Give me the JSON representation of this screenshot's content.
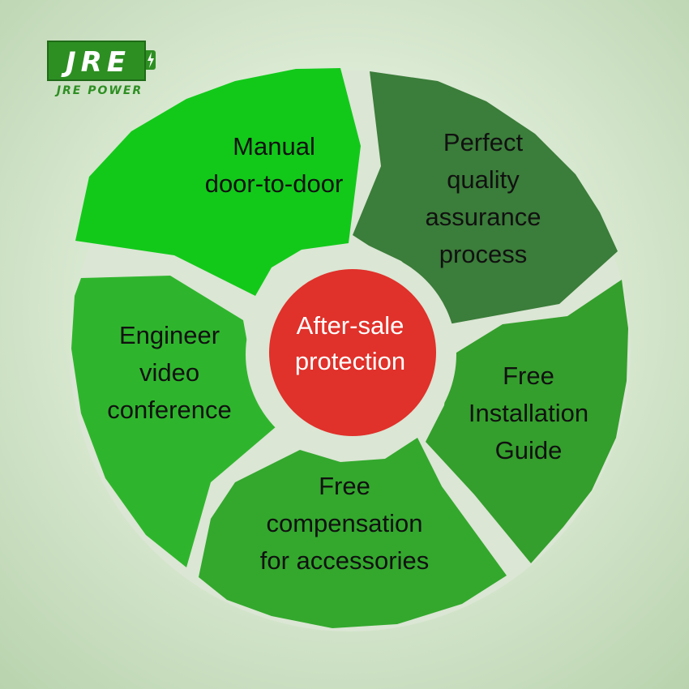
{
  "logo": {
    "mark": "JRE",
    "name": "JRE POWER"
  },
  "center": {
    "line1": "After-sale",
    "line2": "protection",
    "color": "#e0312a"
  },
  "segments": [
    {
      "lines": [
        "Manual",
        "door-to-door"
      ],
      "color": "#12c91a"
    },
    {
      "lines": [
        "Perfect",
        "quality",
        "assurance",
        "process"
      ],
      "color": "#3b7d3a"
    },
    {
      "lines": [
        "Free",
        "Installation",
        "Guide"
      ],
      "color": "#349f2c"
    },
    {
      "lines": [
        "Free",
        "compensation",
        "for accessories"
      ],
      "color": "#33a82d"
    },
    {
      "lines": [
        "Engineer",
        "video",
        "conference"
      ],
      "color": "#2fb52d"
    }
  ],
  "colors": {
    "ring_background": "#dbe6d4",
    "logo_green": "#2d8f22"
  }
}
